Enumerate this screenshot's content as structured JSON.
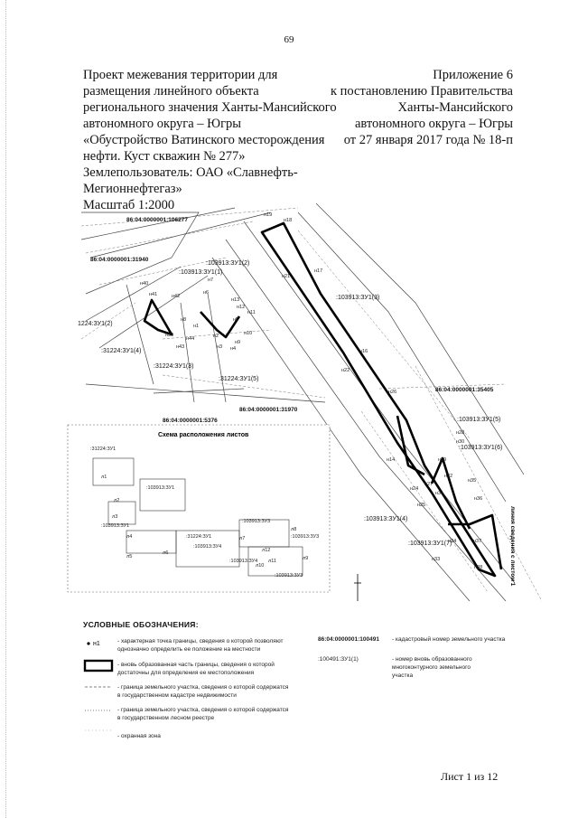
{
  "page_number": "69",
  "header_left": [
    "Проект межевания территории для",
    "размещения линейного объекта",
    "регионального значения Ханты-Мансийского",
    "автономного округа – Югры",
    "«Обустройство Ватинского месторождения",
    "нефти.  Куст скважин № 277»",
    "Землепользователь: ОАО «Славнефть-",
    "Мегионнефтегаз»",
    "Масштаб 1:2000"
  ],
  "header_right": [
    "Приложение 6",
    "к постановлению Правительства",
    "Ханты-Мансийского",
    "автономного округа – Югры",
    "от 27 января 2017 года № 18-п"
  ],
  "map": {
    "cadastre_labels": [
      "86:04:0000001:106277",
      "86:04:0000001:31940",
      "86:04:0000001:5376",
      "86:04:0000001:31970",
      "86:04:0000001:35405"
    ],
    "parcel_labels": [
      ":103913:ЗУ1(2)",
      ":103913:ЗУ1(1)",
      "1224:ЗУ1(2)",
      ":31224:ЗУ1(4)",
      ":31224:ЗУ1(3)",
      ":31224:ЗУ1(5)",
      ":103913:ЗУ1(3)",
      ":103913:ЗУ1(5)",
      ":103913:ЗУ1(6)",
      ":103913:ЗУ1(4)",
      ":103913:ЗУ1(7)"
    ],
    "points": [
      "н17",
      "н18",
      "н19",
      "н21",
      "н22",
      "н16",
      "н26",
      "н28",
      "н29",
      "н30",
      "н14",
      "н24",
      "н25",
      "н27",
      "н31",
      "н32",
      "н33",
      "н34",
      "н35",
      "н36",
      "н37",
      "н38",
      "н39",
      "н40",
      "н41",
      "н42",
      "н43",
      "н44",
      "н1",
      "н2",
      "н3",
      "н4",
      "н5",
      "н6",
      "н7",
      "н8",
      "н9",
      "н10",
      "н11",
      "н12",
      "н13"
    ],
    "side_caption": "линия сведения с листом 1",
    "inset_title": "Схема расположения листов",
    "inset_labels": [
      ":31224:ЗУ1",
      ":103913:ЗУ1",
      ":103913:ЗУ1",
      ":31224:ЗУ1",
      ":103913:ЗУ3",
      ":103913:ЗУ3",
      ":103913:ЗУ4",
      ":103913:ЗУ4",
      ":103913:ЗУ3"
    ],
    "inset_numbers": [
      "л1",
      "л2",
      "л3",
      "л4",
      "л5",
      "л6",
      "л7",
      "л8",
      "л9",
      "л10",
      "л11",
      "л12"
    ]
  },
  "legend": {
    "title": "УСЛОВНЫЕ ОБОЗНАЧЕНИЯ:",
    "point_mark": "н1",
    "items_left": [
      {
        "text": [
          "- характерная точка границы, сведения о которой позволяют",
          "однозначно определить ее положение на местности"
        ]
      },
      {
        "text": [
          "- вновь образованная часть границы, сведения о которой",
          "достаточны для определения ее местоположения"
        ]
      },
      {
        "text": [
          "- граница земельного участка, сведения о которой содержатся",
          "в государственном кадастре недвижимости"
        ]
      },
      {
        "text": [
          "- граница земельного участка, сведения о которой содержатся",
          "в государственном лесном реестре"
        ]
      },
      {
        "text": [
          "- охранная зона"
        ]
      }
    ],
    "items_right": [
      {
        "code": "86:04:0000001:100491",
        "text": [
          "- кадастровый номер земельного участка"
        ]
      },
      {
        "code": ":100491:ЗУ1(1)",
        "text": [
          "- номер вновь образованного",
          "многоконтурного земельного",
          "участка"
        ]
      }
    ]
  },
  "sheet": "Лист 1 из 12"
}
